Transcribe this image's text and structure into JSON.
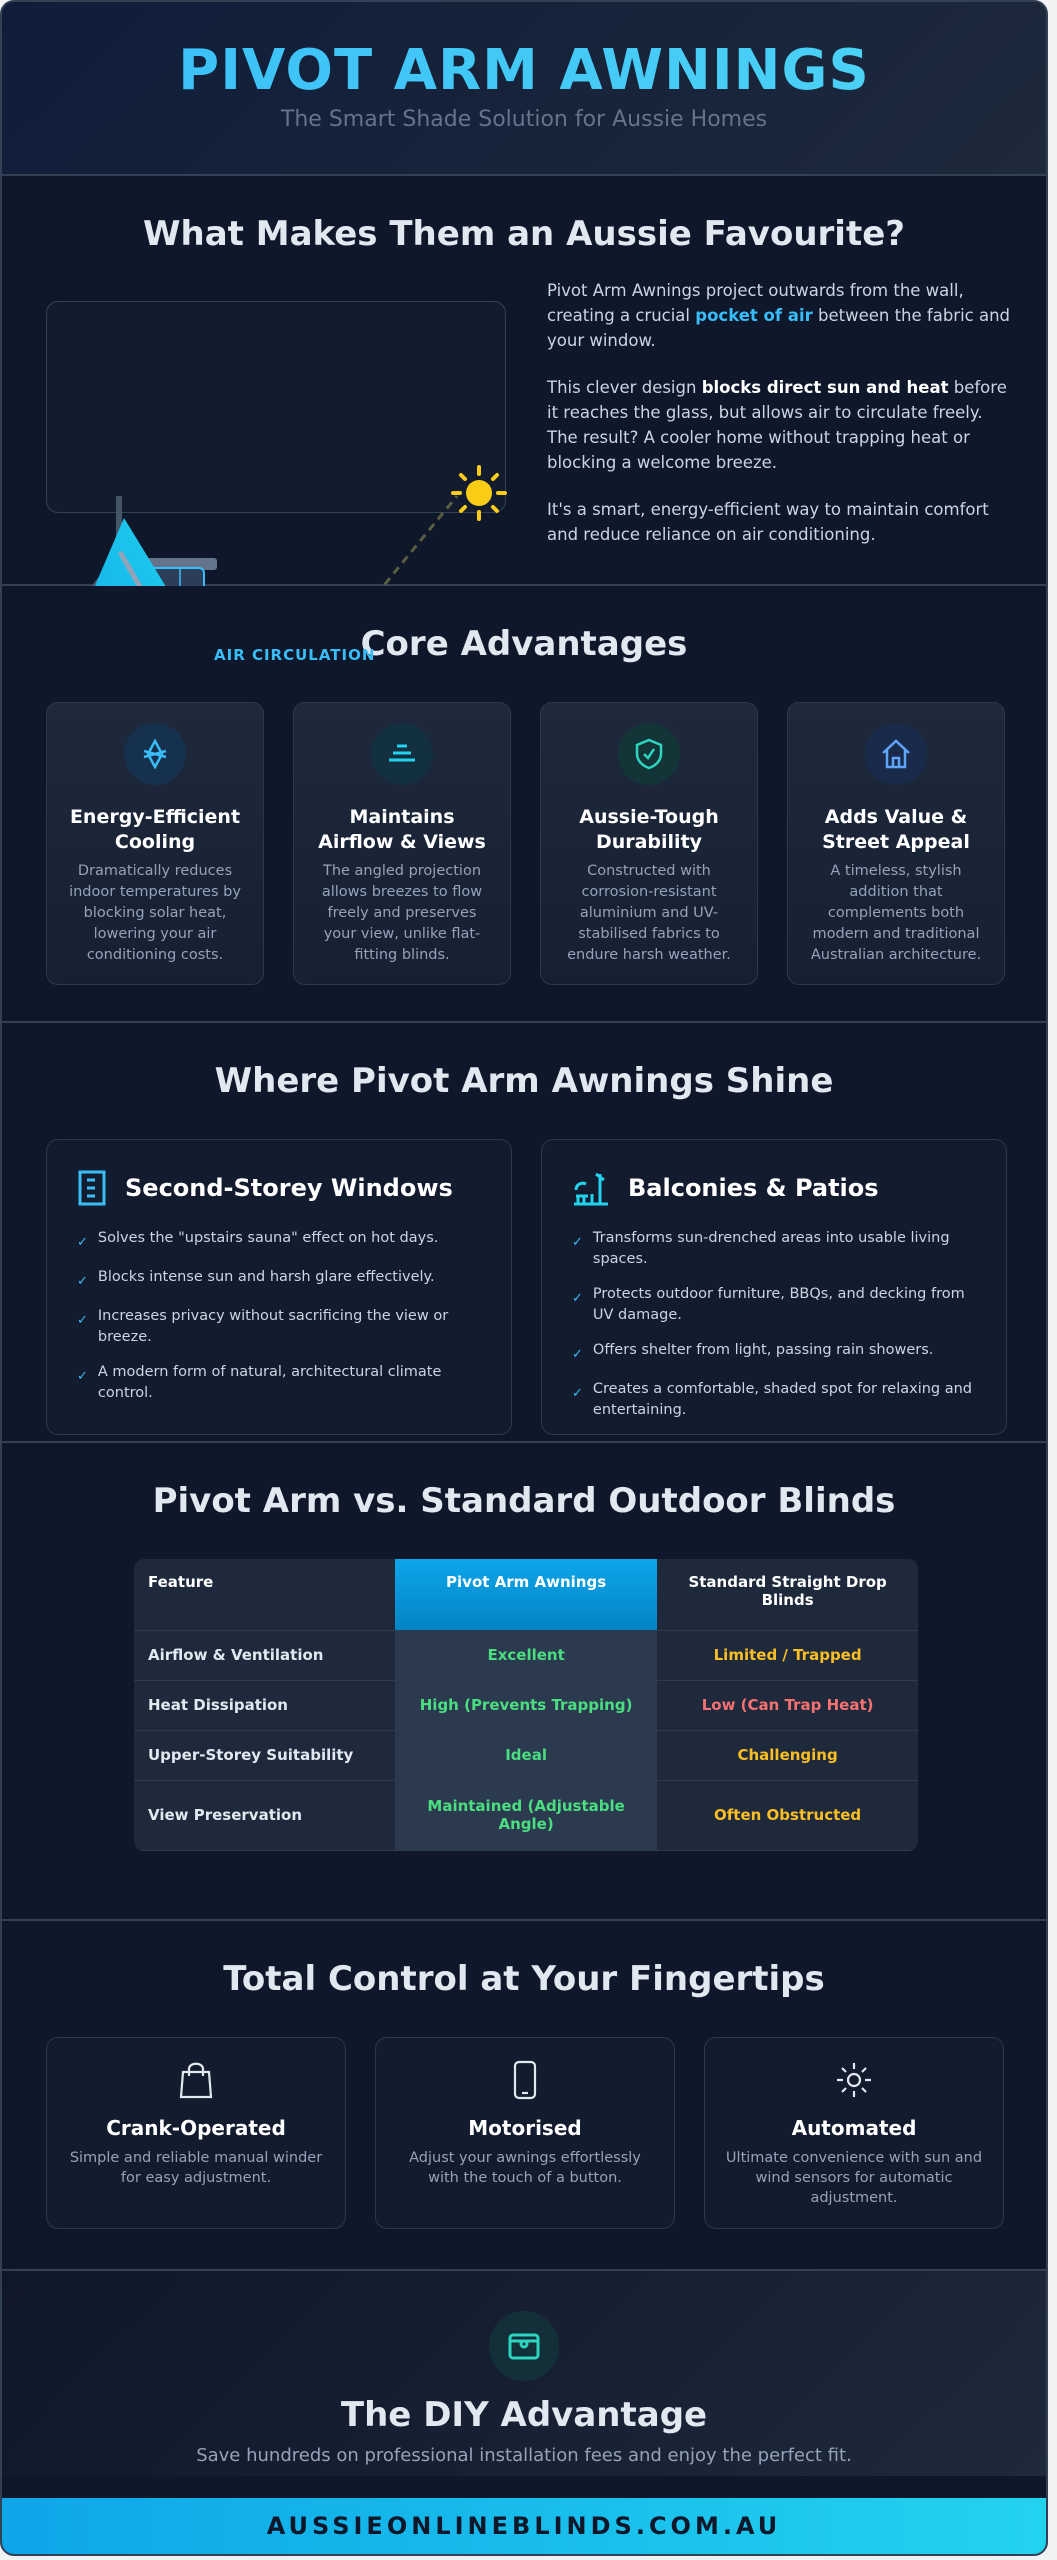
{
  "header": {
    "title": "PIVOT ARM AWNINGS",
    "subtitle": "The Smart Shade Solution for Aussie Homes"
  },
  "favourite": {
    "title": "What Makes Them an Aussie Favourite?",
    "illustration_label": "AIR CIRCULATION",
    "p1_a": "Pivot Arm Awnings project outwards from the wall, creating a crucial ",
    "p1_hl": "pocket of air",
    "p1_b": " between the fabric and your window.",
    "p2_a": "This clever design ",
    "p2_bold": "blocks direct sun and heat",
    "p2_b": " before it reaches the glass, but allows air to circulate freely. The result? A cooler home without trapping heat or blocking a welcome breeze.",
    "p3": "It's a smart, energy-efficient way to maintain comfort and reduce reliance on air conditioning."
  },
  "advantages": {
    "title": "Core Advantages",
    "cards": [
      {
        "icon": "snowflake-icon",
        "title": "Energy-Efficient Cooling",
        "text": "Dramatically reduces indoor temperatures by blocking solar heat, lowering your air conditioning costs."
      },
      {
        "icon": "wind-icon",
        "title": "Maintains Airflow & Views",
        "text": "The angled projection allows breezes to flow freely and preserves your view, unlike flat-fitting blinds."
      },
      {
        "icon": "shield-check-icon",
        "title": "Aussie-Tough Durability",
        "text": "Constructed with corrosion-resistant aluminium and UV-stabilised fabrics to endure harsh weather."
      },
      {
        "icon": "home-icon",
        "title": "Adds Value & Street Appeal",
        "text": "A timeless, stylish addition that complements both modern and traditional Australian architecture."
      }
    ]
  },
  "shine": {
    "title": "Where Pivot Arm Awnings Shine",
    "cards": [
      {
        "icon": "building-icon",
        "title": "Second-Storey Windows",
        "items": [
          "Solves the \"upstairs sauna\" effect on hot days.",
          "Blocks intense sun and harsh glare effectively.",
          "Increases privacy without sacrificing the view or breeze.",
          "A modern form of natural, architectural climate control."
        ]
      },
      {
        "icon": "patio-icon",
        "title": "Balconies & Patios",
        "items": [
          "Transforms sun-drenched areas into usable living spaces.",
          "Protects outdoor furniture, BBQs, and decking from UV damage.",
          "Offers shelter from light, passing rain showers.",
          "Creates a comfortable, shaded spot for relaxing and entertaining."
        ]
      }
    ]
  },
  "comparison": {
    "title": "Pivot Arm vs. Standard Outdoor Blinds",
    "headers": [
      "Feature",
      "Pivot Arm Awnings",
      "Standard Straight Drop Blinds"
    ],
    "rows": [
      [
        "Airflow & Ventilation",
        "Excellent",
        "Limited / Trapped"
      ],
      [
        "Heat Dissipation",
        "High (Prevents Trapping)",
        "Low (Can Trap Heat)"
      ],
      [
        "Upper-Storey Suitability",
        "Ideal",
        "Challenging"
      ],
      [
        "View Preservation",
        "Maintained (Adjustable Angle)",
        "Often Obstructed"
      ]
    ],
    "colors": {
      "good": "#4ade80",
      "warn": "#fbbf24",
      "bad": "#f87171"
    }
  },
  "control": {
    "title": "Total Control at Your Fingertips",
    "cards": [
      {
        "icon": "bag-icon",
        "title": "Crank-Operated",
        "text": "Simple and reliable manual winder for easy adjustment."
      },
      {
        "icon": "phone-icon",
        "title": "Motorised",
        "text": "Adjust your awnings effortlessly with the touch of a button."
      },
      {
        "icon": "sun-icon",
        "title": "Automated",
        "text": "Ultimate convenience with sun and wind sensors for automatic adjustment."
      }
    ]
  },
  "diy": {
    "icon": "toolbox-icon",
    "title": "The DIY Advantage",
    "text": "Save hundreds on professional installation fees and enjoy the perfect fit."
  },
  "footer": {
    "site": "AUSSIEONLINEBLINDS.COM.AU"
  },
  "colors": {
    "accent": "#38bdf8",
    "background": "#0f172a",
    "card": "#1e293b"
  }
}
